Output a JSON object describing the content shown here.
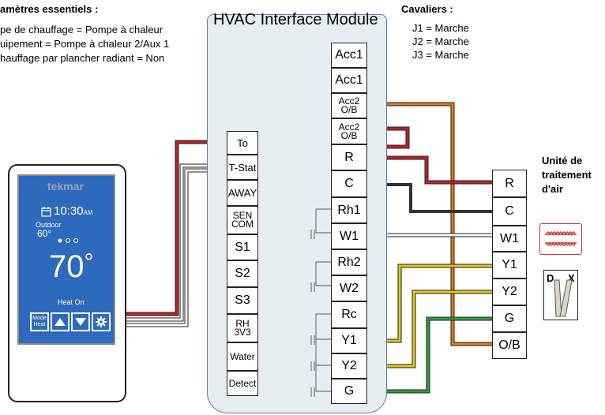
{
  "params": {
    "heading": "amètres essentiels :",
    "lines": [
      "pe de chauffage = Pompe à chaleur",
      "uipement = Pompe à chaleur 2/Aux 1",
      "hauffage par plancher radiant = Non"
    ]
  },
  "module": {
    "title": "HVAC Interface Module"
  },
  "jumpers": {
    "heading": "Cavaliers :",
    "lines": [
      "J1 = Marche",
      "J2 = Marche",
      "J3 = Marche"
    ]
  },
  "air_handler": {
    "label_lines": [
      "Unité de",
      "traitement",
      "d'air"
    ],
    "terminals": [
      "R",
      "C",
      "W1",
      "Y1",
      "Y2",
      "G",
      "O/B"
    ]
  },
  "module_left_terminals": [
    "To",
    "T-Stat",
    "AWAY",
    "SEN|COM",
    "S1",
    "S2",
    "S3",
    "RH|3V3",
    "Water",
    "Detect"
  ],
  "module_right_terminals": [
    "Acc1",
    "Acc1",
    "Acc2|O/B",
    "Acc2|O/B",
    "R",
    "C",
    "Rh1",
    "W1",
    "Rh2",
    "W2",
    "Rc",
    "Y1",
    "Y2",
    "G"
  ],
  "thermostat": {
    "brand": "tekmar",
    "time": "10:30",
    "ampm": "AM",
    "outdoor_label": "Outdoor",
    "outdoor_temp": "60°",
    "set_temp": "70",
    "degree": "°",
    "status": "Heat On",
    "mode_label_1": "Mode",
    "mode_label_2": "Heat",
    "icons": [
      "calendar-icon",
      "up-arrow-icon",
      "down-arrow-icon",
      "gear-icon"
    ]
  },
  "equipment_icons": [
    "electric-heater-icon",
    "damper-dx-icon"
  ],
  "dx_letters": [
    "D",
    "X"
  ],
  "colors": {
    "red": "#c0202a",
    "black": "#222222",
    "white_wire": "#ffffff",
    "yellow": "#e6c619",
    "green": "#2e9b3c",
    "orange": "#e07a18",
    "module_bg": "#e6eef2",
    "module_border": "#5b7eb5",
    "screen": "#2d69bd"
  }
}
